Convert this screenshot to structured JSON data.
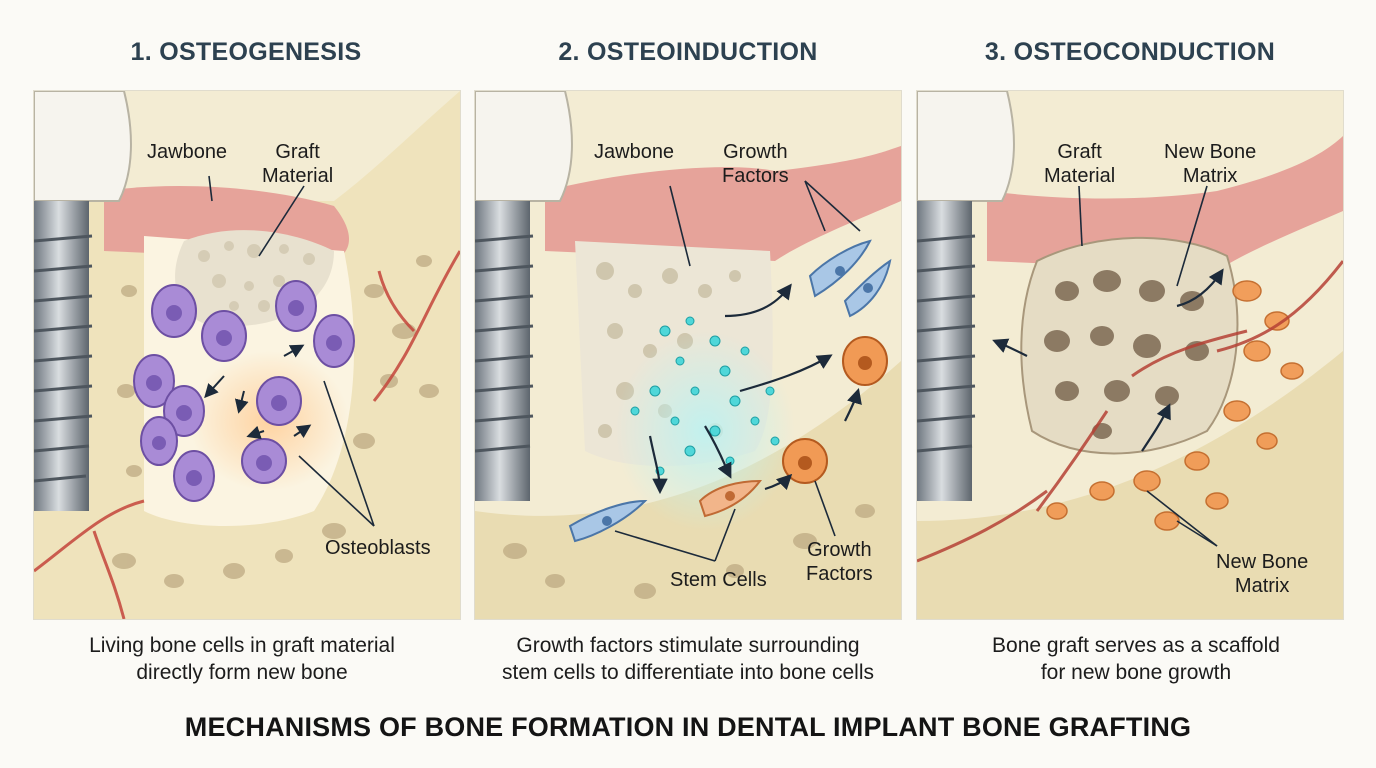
{
  "main_title": "MECHANISMS OF BONE FORMATION IN DENTAL IMPLANT BONE GRAFTING",
  "panels": [
    {
      "title": "1. OSTEOGENESIS",
      "labels": {
        "jawbone": "Jawbone",
        "graft": "Graft\nMaterial",
        "osteoblasts": "Osteoblasts"
      },
      "caption": "Living bone cells in graft material\ndirectly form new bone"
    },
    {
      "title": "2. OSTEOINDUCTION",
      "labels": {
        "jawbone": "Jawbone",
        "growth_top": "Growth\nFactors",
        "stem_cells": "Stem Cells",
        "growth_bottom": "Growth\nFactors"
      },
      "caption": "Growth factors stimulate surrounding\nstem cells to differentiate into bone cells"
    },
    {
      "title": "3. OSTEOCONDUCTION",
      "labels": {
        "graft": "Graft\nMaterial",
        "matrix_top": "New Bone\nMatrix",
        "matrix_bottom": "New Bone\nMatrix"
      },
      "caption": "Bone graft serves as a scaffold\nfor new bone growth"
    }
  ],
  "colors": {
    "bone": "#efe6c8",
    "gum": "#e7a79d",
    "pore": "#b7a37b",
    "osteoblast": "#a98bd6",
    "growth_factor": "#4fd7d9",
    "stem_cell": "#a9c7e6",
    "new_bone": "#f19a55"
  }
}
